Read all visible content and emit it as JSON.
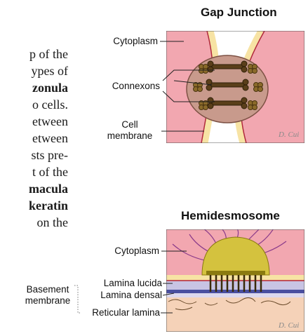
{
  "body_text_fragments": [
    {
      "text": "p of the",
      "bold": false
    },
    {
      "text": "ypes of",
      "bold": false
    },
    {
      "text": "zonula",
      "bold": true
    },
    {
      "text": "o cells.",
      "bold": false
    },
    {
      "text": "etween",
      "bold": false
    },
    {
      "text": "etween",
      "bold": false
    },
    {
      "text": "sts pre-",
      "bold": false
    },
    {
      "text": "t of the",
      "bold": false
    },
    {
      "text": "macula",
      "bold": true
    },
    {
      "text": "keratin",
      "bold": true
    },
    {
      "text": "on the",
      "bold": false
    }
  ],
  "gap_junction": {
    "title": "Gap Junction",
    "labels": {
      "cytoplasm": "Cytoplasm",
      "connexons": "Connexons",
      "cell_membrane_line1": "Cell",
      "cell_membrane_line2": "membrane"
    },
    "signature": "D. Cui",
    "colors": {
      "cytoplasm": "#f2a7b0",
      "membrane": "#f7e3a4",
      "membrane_edge": "#b0293c",
      "connexon_area": "#c89a8c",
      "connexon": "#5a3f1a",
      "gap": "#ffffff"
    }
  },
  "hemidesmosome": {
    "title": "Hemidesmosome",
    "labels": {
      "cytoplasm": "Cytoplasm",
      "lamina_lucida": "Lamina lucida",
      "lamina_densa": "Lamina densal",
      "reticular_lamina": "Reticular lamina",
      "basement_line1": "Basement",
      "basement_line2": "membrane"
    },
    "signature": "D. Cui",
    "colors": {
      "cytoplasm": "#f2a7b0",
      "plaque": "#d4c23e",
      "filaments": "#8a3a8a",
      "lamina_lucida": "#c8c4e4",
      "lamina_densa": "#4a4fa0",
      "reticular": "#f5d2b8"
    }
  }
}
